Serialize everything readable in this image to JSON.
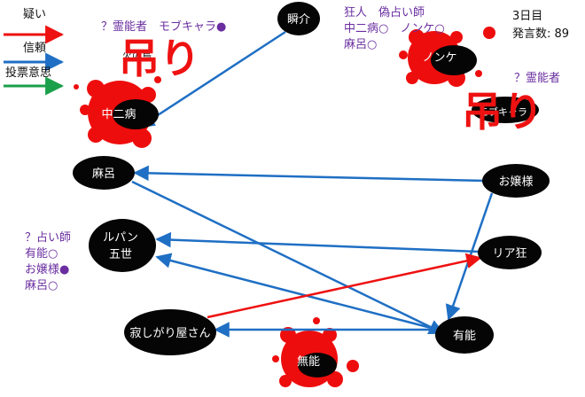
{
  "legend": [
    {
      "label": "疑い",
      "color": "#ee1111"
    },
    {
      "label": "信頼",
      "color": "#1f6fc4"
    },
    {
      "label": "投票意思",
      "color": "#1aa04a"
    }
  ],
  "status": {
    "day": "3日目",
    "speech_count": "発言数: 89"
  },
  "nodes": {
    "shunsuke": "瞬介",
    "mahiro": "麻呂",
    "ojousama": "お嬢様",
    "lupin": [
      "ルパン",
      "五世"
    ],
    "riajuu": "リア狂",
    "yuunou": "有能",
    "sabishigariya": "寂しがり屋さん",
    "munou": "無能",
    "chuunibyou": "中二病",
    "nonke": "ノンケ"
  },
  "notes": {
    "top_left": "？霊能者　モブキャラ●",
    "top_center": [
      "狂人　偽占い師",
      "中二病○　ノンケ○",
      "麻呂○"
    ],
    "right": "？霊能者",
    "left": [
      "？占い師",
      "有能○",
      "お嬢様●",
      "麻呂○"
    ]
  },
  "hanged": [
    "吊り",
    "吊り"
  ],
  "partial_labels": {
    "behind_top": "火の鳥",
    "behind_right": "モブキャラ"
  },
  "colors": {
    "trust": "#1f6fc4",
    "suspect": "#ee1111",
    "vote": "#1aa04a",
    "blood": "#ee0d0d",
    "node": "#050505"
  }
}
